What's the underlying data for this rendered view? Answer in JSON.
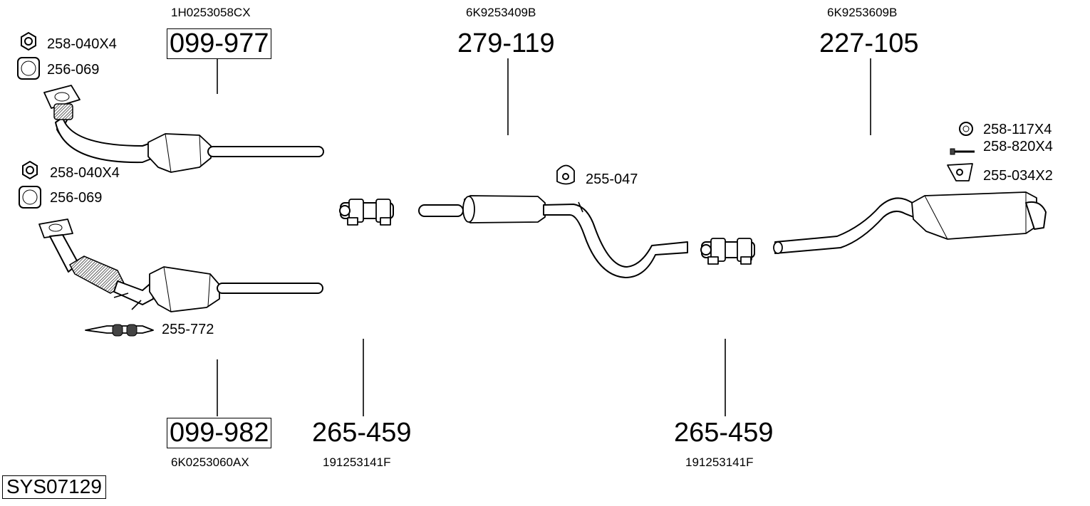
{
  "system_id": "SYS07129",
  "parts": {
    "cat_top": {
      "number": "099-977",
      "oem": "1H0253058CX"
    },
    "cat_bottom": {
      "number": "099-982",
      "oem": "6K0253060AX"
    },
    "middle": {
      "number": "279-119",
      "oem": "6K9253409B"
    },
    "rear": {
      "number": "227-105",
      "oem": "6K9253609B"
    },
    "clamp_left": {
      "number": "265-459",
      "oem": "191253141F"
    },
    "clamp_right": {
      "number": "265-459",
      "oem": "191253141F"
    }
  },
  "accessories": {
    "nut_top": "258-040X4",
    "gasket_top": "256-069",
    "nut_mid": "258-040X4",
    "gasket_mid": "256-069",
    "bracket_cat": "255-772",
    "hanger_mid": "255-047",
    "ring_rear": "258-117X4",
    "bolt_rear": "258-820X4",
    "bracket_rear": "255-034X2"
  }
}
